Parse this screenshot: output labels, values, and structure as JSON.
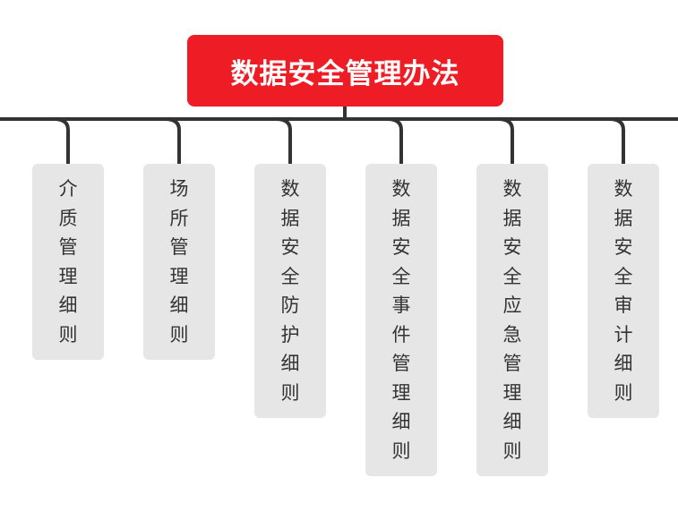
{
  "root": {
    "label": "数据安全管理办法"
  },
  "children": [
    {
      "label": "介质管理细则"
    },
    {
      "label": "场所管理细则"
    },
    {
      "label": "数据安全防护细则"
    },
    {
      "label": "数据安全事件管理细则"
    },
    {
      "label": "数据安全应急管理细则"
    },
    {
      "label": "数据安全审计细则"
    }
  ],
  "colors": {
    "root_fill": "#ee1c25",
    "root_text": "#ffffff",
    "node_fill": "#e6e6e6",
    "node_text": "#333333",
    "connector": "#333333"
  }
}
